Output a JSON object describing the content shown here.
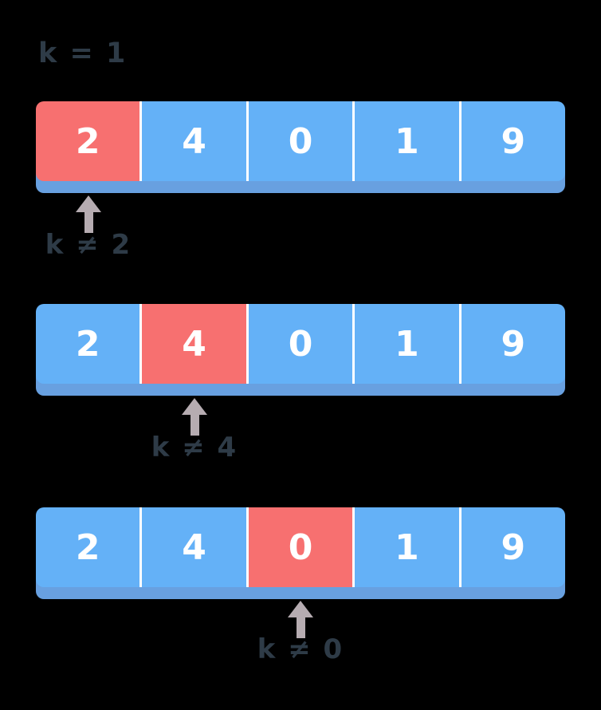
{
  "title": {
    "label": "k = 1"
  },
  "steps": [
    {
      "values": [
        "2",
        "4",
        "0",
        "1",
        "9"
      ],
      "highlight_index": 0,
      "highlight_value": "2",
      "caption": "k ≠ 2"
    },
    {
      "values": [
        "2",
        "4",
        "0",
        "1",
        "9"
      ],
      "highlight_index": 1,
      "highlight_value": "4",
      "caption": "k ≠ 4"
    },
    {
      "values": [
        "2",
        "4",
        "0",
        "1",
        "9"
      ],
      "highlight_index": 2,
      "highlight_value": "0",
      "caption": "k ≠ 0"
    }
  ],
  "colors": {
    "cell_blue": "#64b1f7",
    "base_blue": "#68a0e0",
    "cell_red": "#f77070",
    "text_white": "#ffffff",
    "label_dark": "#2e3b47",
    "arrow_gray": "#b6acb1",
    "background": "#000000"
  }
}
